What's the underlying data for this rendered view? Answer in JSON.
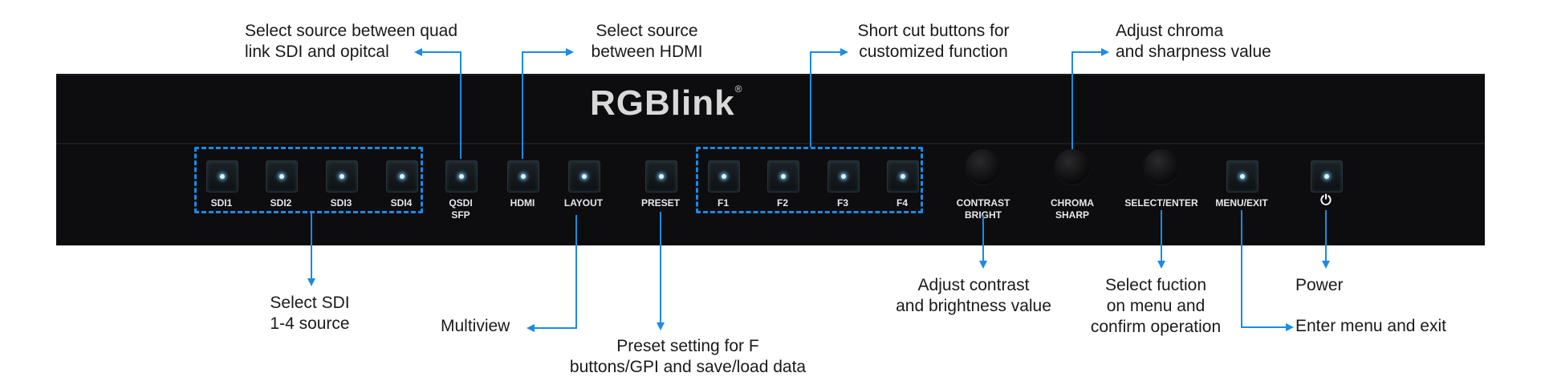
{
  "logo": {
    "brand": "RGBlink",
    "mark": "®"
  },
  "buttons": [
    {
      "id": "sdi1",
      "label": "SDI1"
    },
    {
      "id": "sdi2",
      "label": "SDI2"
    },
    {
      "id": "sdi3",
      "label": "SDI3"
    },
    {
      "id": "sdi4",
      "label": "SDI4"
    },
    {
      "id": "qsdi",
      "label": "QSDI\nSFP"
    },
    {
      "id": "hdmi",
      "label": "HDMI"
    },
    {
      "id": "layout",
      "label": "LAYOUT"
    },
    {
      "id": "preset",
      "label": "PRESET"
    },
    {
      "id": "f1",
      "label": "F1"
    },
    {
      "id": "f2",
      "label": "F2"
    },
    {
      "id": "f3",
      "label": "F3"
    },
    {
      "id": "f4",
      "label": "F4"
    },
    {
      "id": "menu",
      "label": "MENU/EXIT"
    },
    {
      "id": "power",
      "label": ""
    }
  ],
  "knobs": [
    {
      "id": "contrast",
      "label": "CONTRAST\nBRIGHT"
    },
    {
      "id": "chroma",
      "label": "CHROMA\nSHARP"
    },
    {
      "id": "select",
      "label": "SELECT/ENTER"
    }
  ],
  "annotations": {
    "qsdi": "Select source between quad\nlink SDI and opitcal",
    "hdmi": "Select source\nbetween HDMI",
    "fkeys": "Short cut buttons for\ncustomized function",
    "chroma": "Adjust chroma\nand sharpness value",
    "sdi": "Select SDI\n1-4 source",
    "layout": "Multiview",
    "preset": "Preset setting for F\nbuttons/GPI and save/load data",
    "contrast": "Adjust contrast\nand brightness value",
    "select": "Select fuction\non menu and\nconfirm operation",
    "power": "Power",
    "menu": "Enter menu and exit"
  },
  "colors": {
    "accent": "#1a8be6",
    "panel": "#0d0d0f",
    "led": "#d8f4ff"
  }
}
